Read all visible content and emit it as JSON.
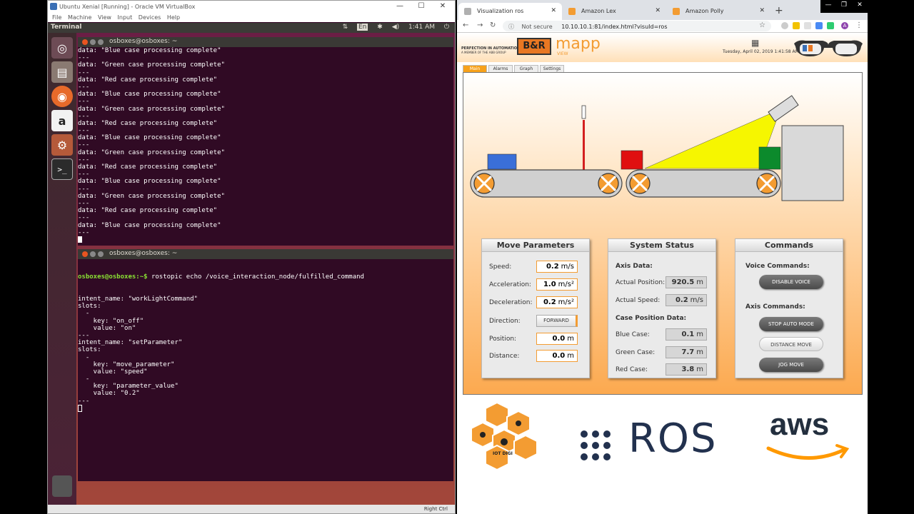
{
  "vbox": {
    "title": "Ubuntu Xenial [Running] - Oracle VM VirtualBox",
    "menu": [
      "File",
      "Machine",
      "View",
      "Input",
      "Devices",
      "Help"
    ],
    "status_right": "Right Ctrl"
  },
  "ubuntu": {
    "app_name": "Terminal",
    "keyboard": "En",
    "time": "1:41 AM"
  },
  "term1": {
    "title": "osboxes@osboxes: ~",
    "lines": [
      "data: \"Blue case processing complete\"",
      "---",
      "data: \"Green case processing complete\"",
      "---",
      "data: \"Red case processing complete\"",
      "---",
      "data: \"Blue case processing complete\"",
      "---",
      "data: \"Green case processing complete\"",
      "---",
      "data: \"Red case processing complete\"",
      "---",
      "data: \"Blue case processing complete\"",
      "---",
      "data: \"Green case processing complete\"",
      "---",
      "data: \"Red case processing complete\"",
      "---",
      "data: \"Blue case processing complete\"",
      "---",
      "data: \"Green case processing complete\"",
      "---",
      "data: \"Red case processing complete\"",
      "---",
      "data: \"Blue case processing complete\"",
      "---"
    ]
  },
  "term2": {
    "title": "osboxes@osboxes: ~",
    "prompt": "osboxes@osboxes:~$",
    "command": " rostopic echo /voice_interaction_node/fulfilled_command",
    "lines": [
      "intent_name: \"workLightCommand\"",
      "slots:",
      "  -",
      "    key: \"on_off\"",
      "    value: \"on\"",
      "---",
      "intent_name: \"setParameter\"",
      "slots:",
      "  -",
      "    key: \"move_parameter\"",
      "    value: \"speed\"",
      "  -",
      "    key: \"parameter_value\"",
      "    value: \"0.2\"",
      "---"
    ]
  },
  "browser": {
    "tabs": [
      {
        "label": "Visualization ros",
        "color": "#b0b0b0"
      },
      {
        "label": "Amazon Lex",
        "color": "#f39c32"
      },
      {
        "label": "Amazon Polly",
        "color": "#f39c32"
      }
    ],
    "not_secure": "Not secure",
    "url": "10.10.10.1:81/index.html?visuId=ros",
    "profile": "A"
  },
  "hmi": {
    "tagline1": "PERFECTION IN AUTOMATION",
    "tagline2": "A MEMBER OF THE ABB GROUP",
    "brand": "B&R",
    "mapp": "mapp",
    "mapp_sub": "VIEW",
    "datetime": "Tuesday, April 02, 2019 1:41:58 AM",
    "tabs": [
      "Main",
      "Alarms",
      "Graph",
      "Settings"
    ],
    "move": {
      "title": "Move Parameters",
      "speed_label": "Speed:",
      "speed_val": "0.2",
      "speed_unit": "m/s",
      "accel_label": "Acceleration:",
      "accel_val": "1.0",
      "accel_unit": "m/s²",
      "decel_label": "Deceleration:",
      "decel_val": "0.2",
      "decel_unit": "m/s²",
      "dir_label": "Direction:",
      "dir_val": "FORWARD",
      "pos_label": "Position:",
      "pos_val": "0.0",
      "pos_unit": "m",
      "dist_label": "Distance:",
      "dist_val": "0.0",
      "dist_unit": "m"
    },
    "status": {
      "title": "System Status",
      "axis_title": "Axis Data:",
      "actpos_label": "Actual Position:",
      "actpos_val": "920.5",
      "actpos_unit": "m",
      "actspd_label": "Actual Speed:",
      "actspd_val": "0.2",
      "actspd_unit": "m/s",
      "case_title": "Case Position Data:",
      "blue_label": "Blue Case:",
      "blue_val": "0.1",
      "blue_unit": "m",
      "green_label": "Green Case:",
      "green_val": "7.7",
      "green_unit": "m",
      "red_label": "Red Case:",
      "red_val": "3.8",
      "red_unit": "m"
    },
    "commands": {
      "title": "Commands",
      "voice_title": "Voice Commands:",
      "voice_btn": "DISABLE VOICE",
      "axis_title": "Axis Commands:",
      "stop_btn": "STOP AUTO MODE",
      "dist_btn": "DISTANCE MOVE",
      "jog_btn": "JOG MOVE"
    }
  },
  "logos": {
    "ros": "ROS",
    "aws": "aws",
    "hex_text": "IOT DIGI"
  }
}
